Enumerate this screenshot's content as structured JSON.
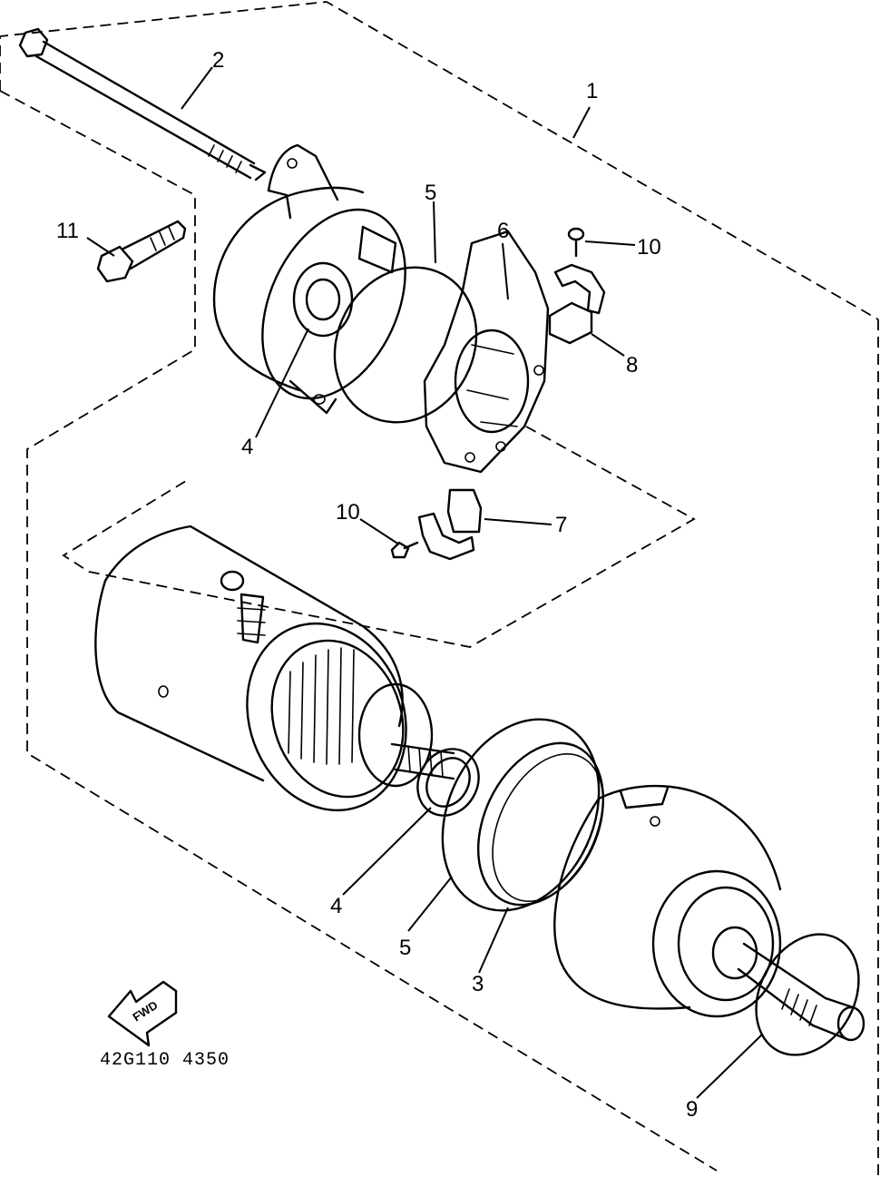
{
  "callouts": {
    "c1": "1",
    "c2": "2",
    "c3": "3",
    "c4a": "4",
    "c4b": "4",
    "c5a": "5",
    "c5b": "5",
    "c6": "6",
    "c7": "7",
    "c8": "8",
    "c9": "9",
    "c10a": "10",
    "c10b": "10",
    "c11": "11"
  },
  "fwd_label": "FWD",
  "diagram_code": "42G110 4350",
  "colors": {
    "ink": "#000000",
    "paper": "#ffffff"
  }
}
